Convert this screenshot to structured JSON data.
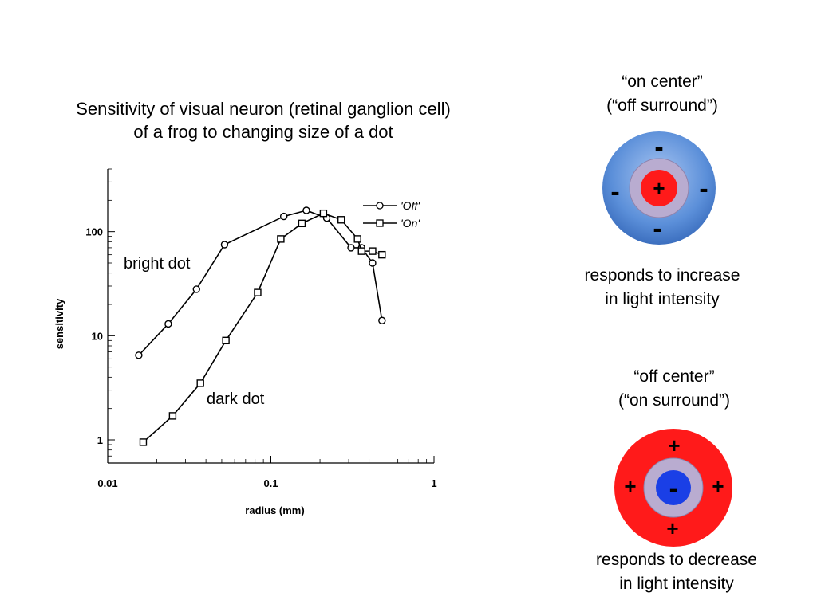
{
  "slide": {
    "title_line1": "Sensitivity of visual neuron (retinal ganglion cell)",
    "title_line2": "of a frog to changing size of a dot"
  },
  "on_center": {
    "label_line1": "“on center”",
    "label_line2": "(“off surround”)",
    "center_symbol": "+",
    "surround_symbol": "-",
    "caption_line1": "responds to increase",
    "caption_line2": "in  light intensity"
  },
  "off_center": {
    "label_line1": "“off center”",
    "label_line2": "(“on surround”)",
    "center_symbol": "-",
    "surround_symbol": "+",
    "caption_line1": "responds to decrease",
    "caption_line2": "in  light intensity"
  },
  "colors": {
    "blue_surround": "#5b8fd9",
    "red": "#ff1a1a",
    "ring": "#b9acd0",
    "blue_center": "#1a3fe6"
  },
  "chart_data": {
    "type": "line",
    "xlabel": "radius (mm)",
    "ylabel": "sensitivity",
    "xscale": "log",
    "yscale": "log",
    "xlim": [
      0.01,
      1
    ],
    "ylim": [
      0.6,
      400
    ],
    "x_ticks": [
      "0.01",
      "0.1",
      "1"
    ],
    "y_ticks": [
      "1",
      "10",
      "100"
    ],
    "legend_position": "top-right",
    "series": [
      {
        "name": "'Off'",
        "marker": "circle",
        "x": [
          0.0155,
          0.0235,
          0.035,
          0.052,
          0.12,
          0.165,
          0.22,
          0.31,
          0.36,
          0.42,
          0.48
        ],
        "y": [
          6.5,
          13,
          28,
          75,
          140,
          160,
          135,
          70,
          70,
          50,
          14
        ]
      },
      {
        "name": "'On'",
        "marker": "square",
        "x": [
          0.0165,
          0.025,
          0.037,
          0.053,
          0.083,
          0.115,
          0.155,
          0.21,
          0.27,
          0.34,
          0.36,
          0.42,
          0.48
        ],
        "y": [
          0.95,
          1.7,
          3.5,
          9,
          26,
          85,
          120,
          150,
          130,
          85,
          65,
          65,
          60
        ]
      }
    ],
    "annotations": [
      "bright dot",
      "dark dot"
    ]
  }
}
